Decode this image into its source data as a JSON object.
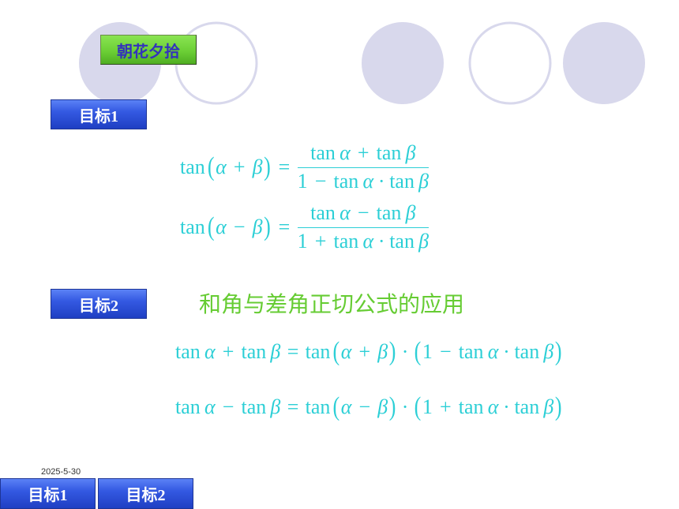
{
  "theme": {
    "formula_color": "#2ccfd6",
    "heading_color": "#66cc33",
    "decor_color": "#d8d8ec",
    "title_text_color": "#3333bb"
  },
  "slide": {
    "title": "朝花夕拾",
    "date": "2025-5-30"
  },
  "section1": {
    "label": "目标1",
    "formula_sum": {
      "lhs": [
        "tan",
        "(",
        "α",
        "+",
        "β",
        ")"
      ],
      "eq": "=",
      "numerator": [
        "tan",
        "α",
        "+",
        "tan",
        "β"
      ],
      "denominator": [
        "1",
        "−",
        "tan",
        "α",
        "·",
        "tan",
        "β"
      ]
    },
    "formula_diff": {
      "lhs": [
        "tan",
        "(",
        "α",
        "−",
        "β",
        ")"
      ],
      "eq": "=",
      "numerator": [
        "tan",
        "α",
        "−",
        "tan",
        "β"
      ],
      "denominator": [
        "1",
        "+",
        "tan",
        "α",
        "·",
        "tan",
        "β"
      ]
    }
  },
  "section2": {
    "label": "目标2",
    "heading": "和角与差角正切公式的应用",
    "formula_sum": {
      "lhs": [
        "tan",
        "α",
        "+",
        "tan",
        "β"
      ],
      "eq": "=",
      "rhs": [
        "tan",
        "(",
        "α",
        "+",
        "β",
        ")",
        "·",
        "(",
        "1",
        "−",
        "tan",
        "α",
        "·",
        "tan",
        "β",
        ")"
      ]
    },
    "formula_diff": {
      "lhs": [
        "tan",
        "α",
        "−",
        "tan",
        "β"
      ],
      "eq": "=",
      "rhs": [
        "tan",
        "(",
        "α",
        "−",
        "β",
        ")",
        "·",
        "(",
        "1",
        "+",
        "tan",
        "α",
        "·",
        "tan",
        "β",
        ")"
      ]
    }
  },
  "nav": {
    "items": [
      {
        "label": "目标1"
      },
      {
        "label": "目标2"
      }
    ]
  }
}
